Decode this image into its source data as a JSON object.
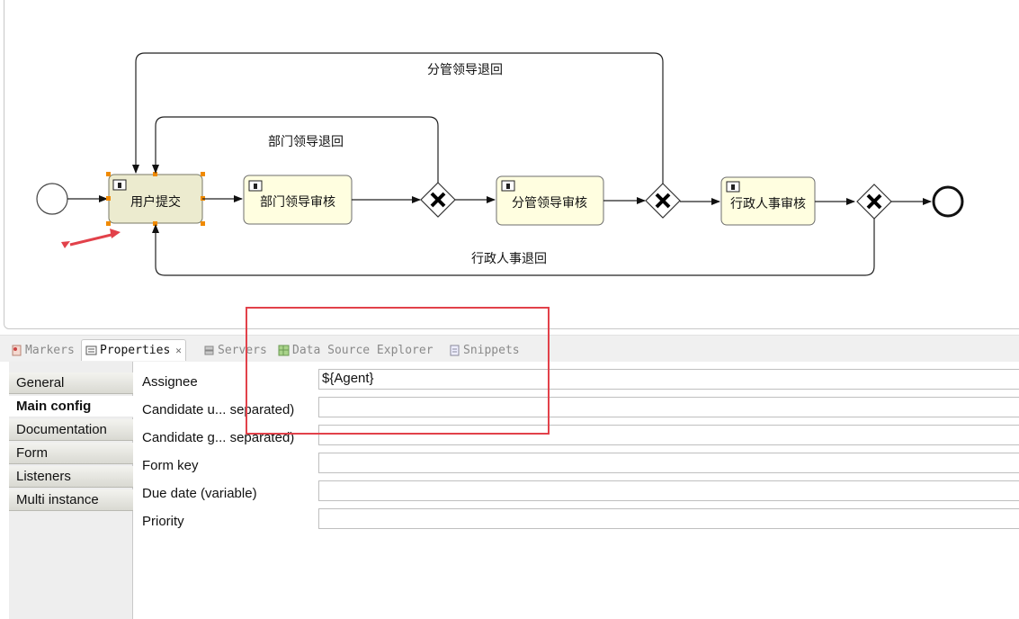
{
  "diagram": {
    "tasks": [
      {
        "id": "user-submit",
        "label": "用户提交"
      },
      {
        "id": "dept-review",
        "label": "部门领导审核"
      },
      {
        "id": "branch-review",
        "label": "分管领导审核"
      },
      {
        "id": "hr-review",
        "label": "行政人事审核"
      }
    ],
    "flows": {
      "branch_reject": "分管领导退回",
      "dept_reject": "部门领导退回",
      "hr_reject": "行政人事退回"
    },
    "colors": {
      "task_fill": "#fffee0",
      "task_selected_fill": "#ecebcf",
      "handle": "#f08a00",
      "annotation": "#e2414a"
    }
  },
  "views": {
    "tabs": [
      {
        "label": "Markers",
        "icon": "markers-icon",
        "active": false
      },
      {
        "label": "Properties",
        "icon": "properties-icon",
        "active": true
      },
      {
        "label": "Servers",
        "icon": "servers-icon",
        "active": false
      },
      {
        "label": "Data Source Explorer",
        "icon": "data-source-icon",
        "active": false
      },
      {
        "label": "Snippets",
        "icon": "snippets-icon",
        "active": false
      }
    ],
    "close_glyph": "✕"
  },
  "properties": {
    "tabs": [
      "General",
      "Main config",
      "Documentation",
      "Form",
      "Listeners",
      "Multi instance"
    ],
    "active_tab": "Main config",
    "fields": {
      "assignee": {
        "label": "Assignee",
        "value": "${Agent}"
      },
      "candidate_users": {
        "label": "Candidate u... separated)",
        "value": ""
      },
      "candidate_groups": {
        "label": "Candidate g... separated)",
        "value": ""
      },
      "form_key": {
        "label": "Form key",
        "value": ""
      },
      "due_date": {
        "label": "Due date (variable)",
        "value": ""
      },
      "priority": {
        "label": "Priority",
        "value": ""
      }
    }
  }
}
